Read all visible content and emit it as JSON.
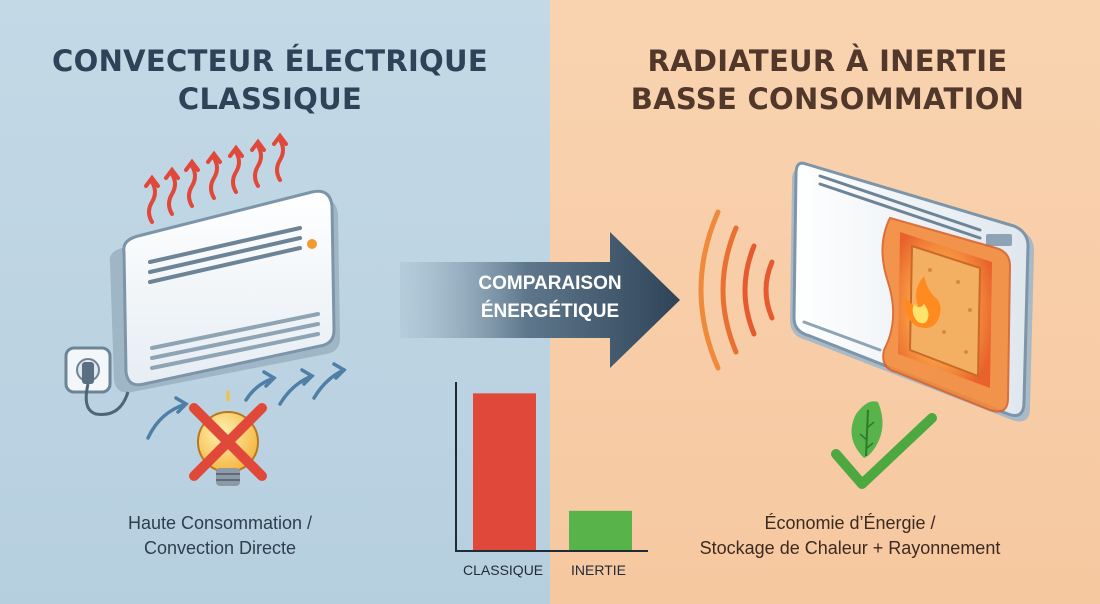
{
  "left": {
    "title_line1": "CONVECTEUR ÉLECTRIQUE",
    "title_line2": "CLASSIQUE",
    "caption_line1": "Haute Consommation /",
    "caption_line2": "Convection Directe"
  },
  "right": {
    "title_line1": "RADIATEUR À INERTIE",
    "title_line2": "BASSE CONSOMMATION",
    "caption_line1": "Économie d’Énergie /",
    "caption_line2": "Stockage de Chaleur + Rayonnement"
  },
  "arrow": {
    "line1": "COMPARAISON",
    "line2": "ÉNERGÉTIQUE"
  },
  "chart_data": {
    "type": "bar",
    "categories": [
      "CLASSIQUE",
      "INERTIE"
    ],
    "values": [
      100,
      25
    ],
    "ylim": [
      0,
      120
    ],
    "colors": [
      "#e0493a",
      "#57b34a"
    ]
  },
  "colors": {
    "left_bg": "#c4d9e6",
    "right_bg": "#f9d3b0",
    "heat_red": "#e0493a",
    "eco_green": "#57b34a",
    "arrow_dark": "#33485d"
  },
  "icons": [
    "heat-wave-icon",
    "power-plug-icon",
    "crossed-lightbulb-icon",
    "flame-icon",
    "leaf-icon",
    "checkmark-icon",
    "radiation-waves-icon"
  ]
}
